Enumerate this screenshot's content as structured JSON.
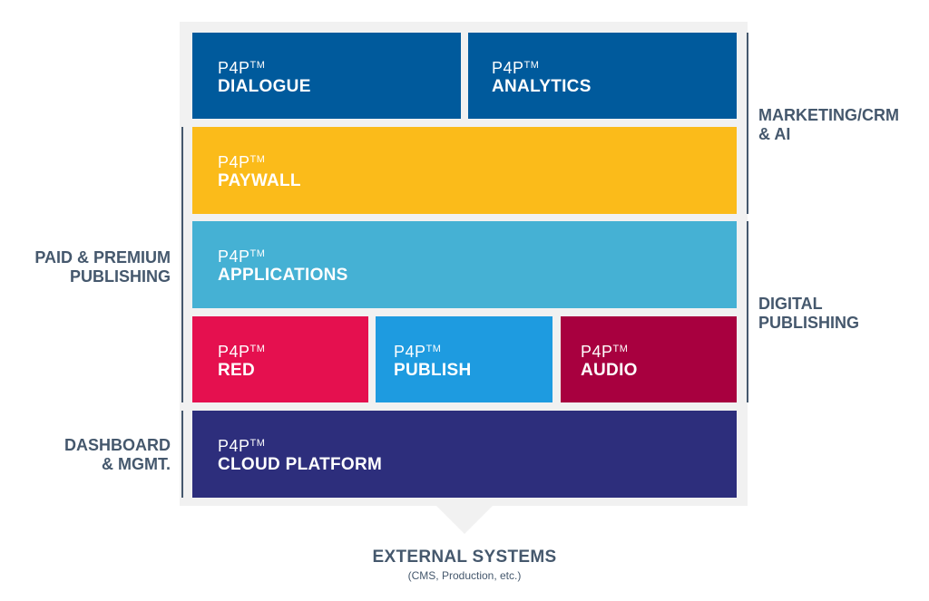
{
  "blocks": {
    "dialogue": {
      "prefix": "P4P",
      "tm": "TM",
      "name": "DIALOGUE",
      "color": "#005a9c"
    },
    "analytics": {
      "prefix": "P4P",
      "tm": "TM",
      "name": "ANALYTICS",
      "color": "#005a9c"
    },
    "paywall": {
      "prefix": "P4P",
      "tm": "TM",
      "name": "PAYWALL",
      "color": "#fbbb1a"
    },
    "applications": {
      "prefix": "P4P",
      "tm": "TM",
      "name": "APPLICATIONS",
      "color": "#45b1d4"
    },
    "red": {
      "prefix": "P4P",
      "tm": "TM",
      "name": "RED",
      "color": "#e5104f"
    },
    "publish": {
      "prefix": "P4P",
      "tm": "TM",
      "name": "PUBLISH",
      "color": "#1e9be0"
    },
    "audio": {
      "prefix": "P4P",
      "tm": "TM",
      "name": "AUDIO",
      "color": "#a8003f"
    },
    "cloud": {
      "prefix": "P4P",
      "tm": "TM",
      "name": "CLOUD PLATFORM",
      "color": "#2d2e7c"
    }
  },
  "labels": {
    "marketing_line1": "MARKETING/CRM",
    "marketing_line2": "& AI",
    "digital_line1": "DIGITAL",
    "digital_line2": "PUBLISHING",
    "paid_line1": "PAID & PREMIUM",
    "paid_line2": "PUBLISHING",
    "dashboard_line1": "DASHBOARD",
    "dashboard_line2": "& MGMT."
  },
  "external": {
    "title": "EXTERNAL SYSTEMS",
    "subtitle": "(CMS, Production, etc.)"
  },
  "colors": {
    "label_text": "#45586d",
    "frame": "#f1f1f1"
  }
}
